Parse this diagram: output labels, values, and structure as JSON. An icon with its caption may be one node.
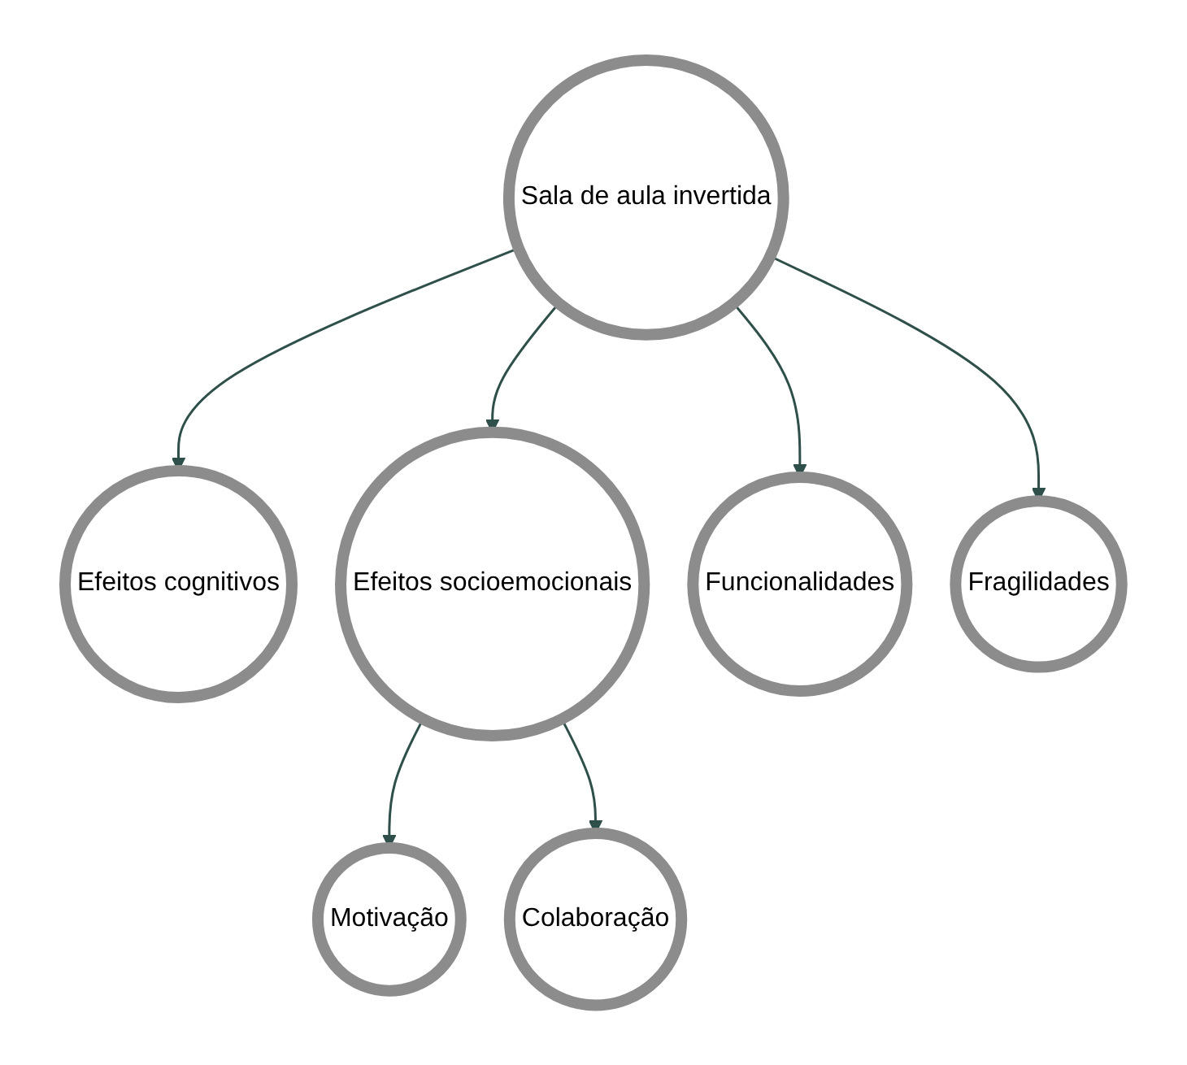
{
  "diagram": {
    "nodes": [
      {
        "text": [
          "Sala de aula invertida"
        ]
      },
      {
        "text": [
          "Efeitos cognitivos"
        ]
      },
      {
        "text": [
          "Efeitos socioemocionais"
        ]
      },
      {
        "text": [
          "Funcionalidades"
        ]
      },
      {
        "text": [
          "Fragilidades"
        ]
      },
      {
        "text": [
          "Motivação"
        ]
      },
      {
        "text": [
          "Colaboração"
        ]
      }
    ],
    "edges": [
      {
        "from": 0,
        "to": 1,
        "arrow": "to"
      },
      {
        "from": 0,
        "to": 2,
        "arrow": "to"
      },
      {
        "from": 0,
        "to": 3,
        "arrow": "to"
      },
      {
        "from": 0,
        "to": 4,
        "arrow": "to"
      },
      {
        "from": 2,
        "to": 5,
        "arrow": "to"
      },
      {
        "from": 2,
        "to": 6,
        "arrow": "to"
      }
    ]
  }
}
